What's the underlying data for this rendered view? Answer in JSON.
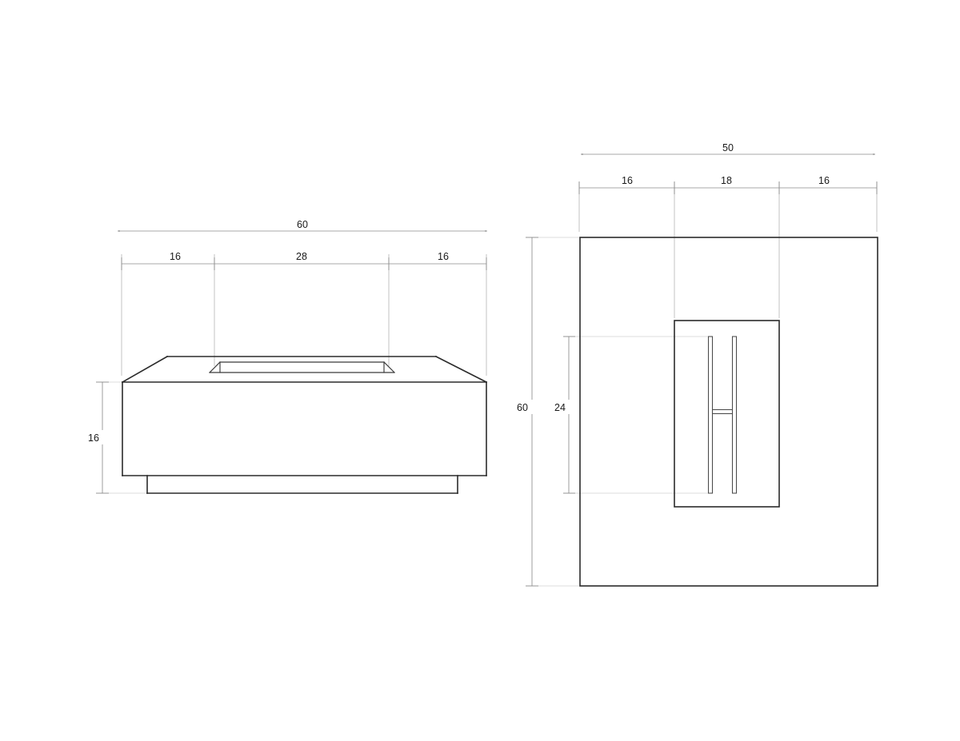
{
  "drawing": {
    "title": "Fire Table Dimensional Drawing",
    "units_note": "",
    "line_color": "#2b2b2b",
    "dimension_color": "#8c8c8c",
    "extension_color": "#b4b4b4",
    "background": "#ffffff"
  },
  "views": {
    "elevation": {
      "name": "front-elevation",
      "overall_width": "60",
      "dimensions": {
        "overall": "60",
        "segments": [
          "16",
          "28",
          "16"
        ],
        "height": "16"
      }
    },
    "plan": {
      "name": "top-plan",
      "overall_width": "50",
      "overall_depth": "60",
      "dimensions": {
        "width_overall": "50",
        "width_segments": [
          "16",
          "18",
          "16"
        ],
        "depth_overall": "60",
        "opening_depth": "24"
      }
    }
  },
  "labels": {
    "elev_overall": "60",
    "elev_seg_left": "16",
    "elev_seg_mid": "28",
    "elev_seg_right": "16",
    "elev_height": "16",
    "plan_overall_w": "50",
    "plan_seg_left": "16",
    "plan_seg_mid": "18",
    "plan_seg_right": "16",
    "plan_overall_d": "60",
    "plan_opening_d": "24"
  }
}
